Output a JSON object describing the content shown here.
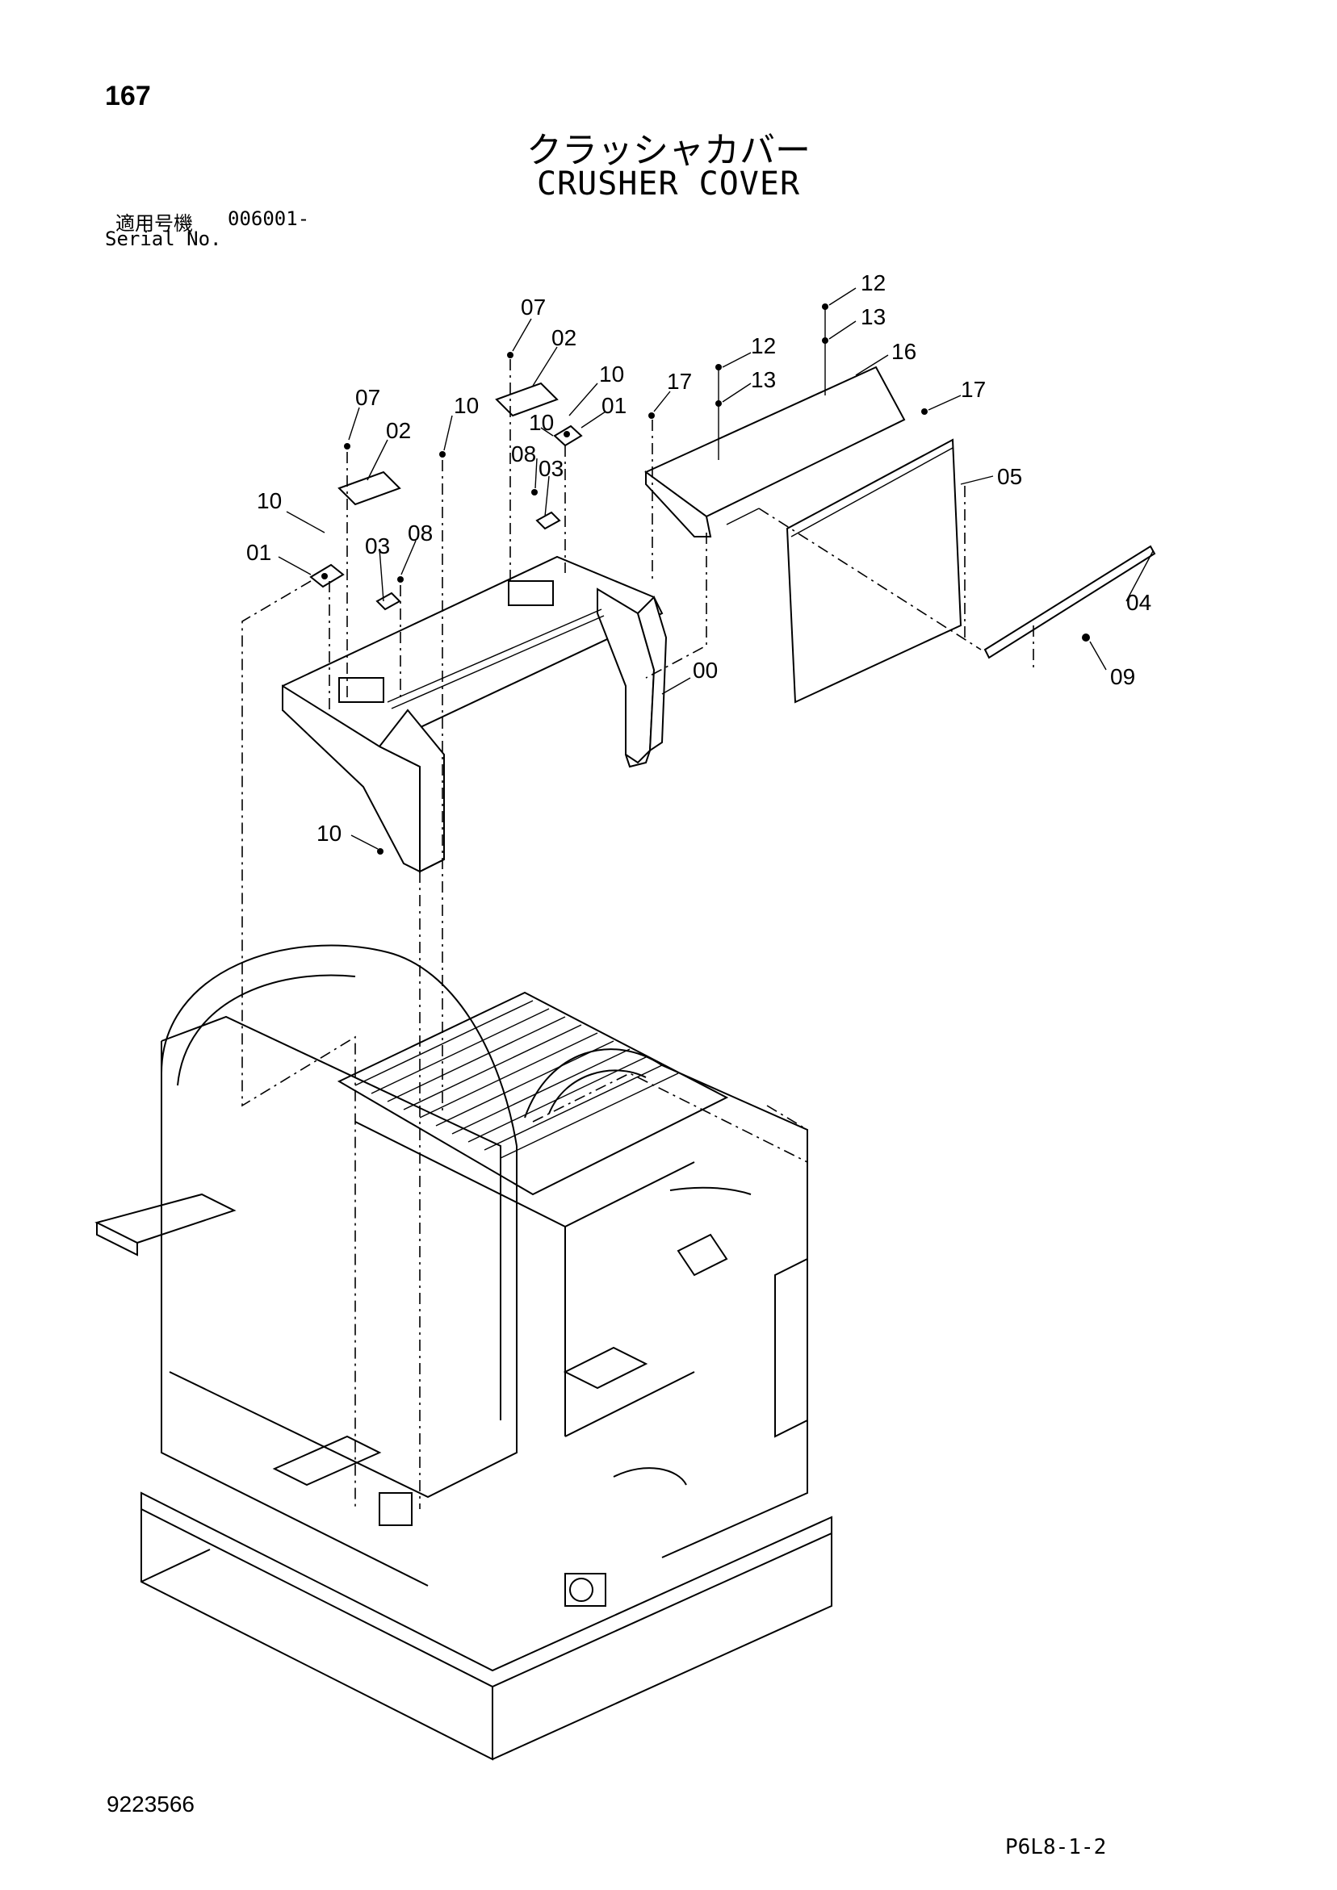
{
  "header": {
    "page_number": "167",
    "title_jp": "クラッシャカバー",
    "title_en": "CRUSHER COVER",
    "serial_label_jp": "適用号機",
    "serial_value": "006001-",
    "serial_label_en": "Serial No."
  },
  "footer": {
    "drawing_number": "9223566",
    "sheet_code": "P6L8-1-2"
  },
  "callouts": [
    "00",
    "01",
    "01",
    "02",
    "02",
    "03",
    "03",
    "04",
    "05",
    "07",
    "07",
    "08",
    "08",
    "09",
    "10",
    "10",
    "10",
    "10",
    "10",
    "12",
    "12",
    "13",
    "13",
    "16",
    "17",
    "17"
  ]
}
